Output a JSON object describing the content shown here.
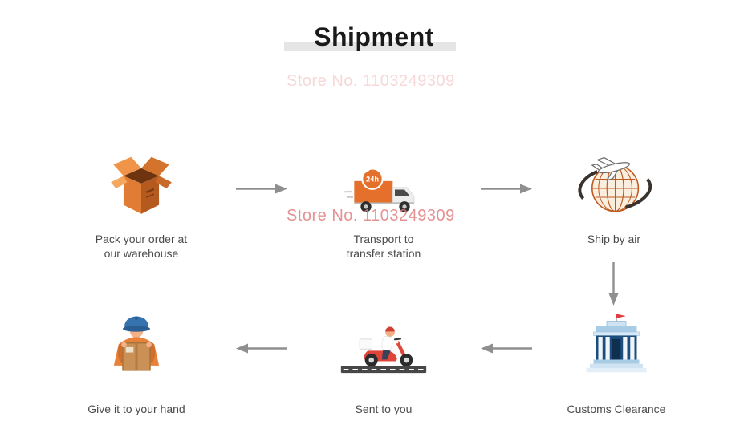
{
  "title": "Shipment",
  "watermark": "Store No. 1103249309",
  "icon_24h_label": "24h",
  "steps": [
    {
      "name": "pack-order",
      "line1": "Pack your order at",
      "line2": "our warehouse"
    },
    {
      "name": "transport-transfer",
      "line1": "Transport to",
      "line2": "transfer station"
    },
    {
      "name": "ship-by-air",
      "line1": "Ship by air",
      "line2": ""
    },
    {
      "name": "customs-clearance",
      "line1": "Customs Clearance",
      "line2": ""
    },
    {
      "name": "sent-to-you",
      "line1": "Sent to you",
      "line2": ""
    },
    {
      "name": "give-to-hand",
      "line1": "Give it to your hand",
      "line2": ""
    }
  ],
  "colors": {
    "background": "#ffffff",
    "title_text": "#1a1a1a",
    "title_underline": "#e5e5e5",
    "label_text": "#4c4c4c",
    "arrow_gray": "#8f8f8f",
    "watermark_pink": "#e07f7f",
    "accent_orange": "#e4702b",
    "building_blue": "#1c4d7c",
    "scooter_red": "#e0453a"
  }
}
